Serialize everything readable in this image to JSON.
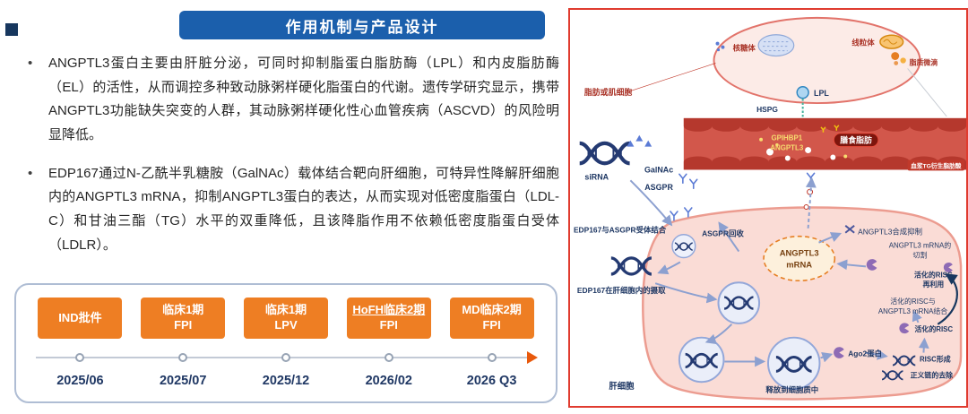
{
  "header": {
    "title": "作用机制与产品设计"
  },
  "bullets": [
    "ANGPTL3蛋白主要由肝脏分泌，可同时抑制脂蛋白脂肪酶（LPL）和内皮脂肪酶（EL）的活性，从而调控多种致动脉粥样硬化脂蛋白的代谢。遗传学研究显示，携带ANGPTL3功能缺失突变的人群，其动脉粥样硬化性心血管疾病（ASCVD）的风险明显降低。",
    "EDP167通过N-乙酰半乳糖胺（GalNAc）载体结合靶向肝细胞，可特异性降解肝细胞内的ANGPTL3 mRNA，抑制ANGPTL3蛋白的表达，从而实现对低密度脂蛋白（LDL-C）和甘油三酯（TG）水平的双重降低，且该降脂作用不依赖低密度脂蛋白受体（LDLR）。"
  ],
  "timeline": {
    "milestones": [
      {
        "label": "IND批件",
        "sub": "",
        "date": "2025/06"
      },
      {
        "label": "临床1期",
        "sub": "FPI",
        "date": "2025/07"
      },
      {
        "label": "临床1期",
        "sub": "LPV",
        "date": "2025/12"
      },
      {
        "label": "HoFH临床2期",
        "sub": "FPI",
        "date": "2026/02"
      },
      {
        "label": "MD临床2期",
        "sub": "FPI",
        "date": "2026 Q3"
      }
    ]
  },
  "diagram": {
    "fat_muscle_cell": "脂肪或肌细胞",
    "ribosome": "核糖体",
    "mitochondria": "线粒体",
    "lipid_droplets": "脂质微滴",
    "lpl": "LPL",
    "hspg": "HSPG",
    "gpihbp1": "GPIHBP1",
    "angptl3": "ANGPTL3",
    "dietary_fat": "膳食脂肪",
    "plasma_tg": "血浆TG衍生脂肪酸",
    "sirna": "siRNA",
    "galnac": "GalNAc",
    "asgpr": "ASGPR",
    "binding": "EDP167与ASGPR受体结合",
    "asgpr_recycle": "ASGPR回收",
    "uptake": "EDP167在肝细胞内的摄取",
    "mrna_line1": "ANGPTL3",
    "mrna_line2": "mRNA",
    "synthesis_inhibition": "ANGPTL3合成抑制",
    "cleavage_line1": "ANGPTL3 mRNA的",
    "cleavage_line2": "切割",
    "risc_reuse_line1": "活化的RISC",
    "risc_reuse_line2": "再利用",
    "risc_bind_line1": "活化的RISC与",
    "risc_bind_line2": "ANGPTL3 mRNA结合",
    "activated_risc": "活化的RISC",
    "ago2": "Ago2蛋白",
    "risc_formation": "RISC形成",
    "sense_strand_removal": "正义链的去除",
    "release_cytoplasm": "释放到细胞质中",
    "hepatocyte": "肝细胞"
  },
  "colors": {
    "header_blue": "#1B5FAC",
    "accent_navy": "#17375E",
    "milestone_orange": "#EE7E23",
    "diagram_border_red": "#E03B2F",
    "vessel_red": "#D2574B",
    "date_navy": "#203864"
  }
}
